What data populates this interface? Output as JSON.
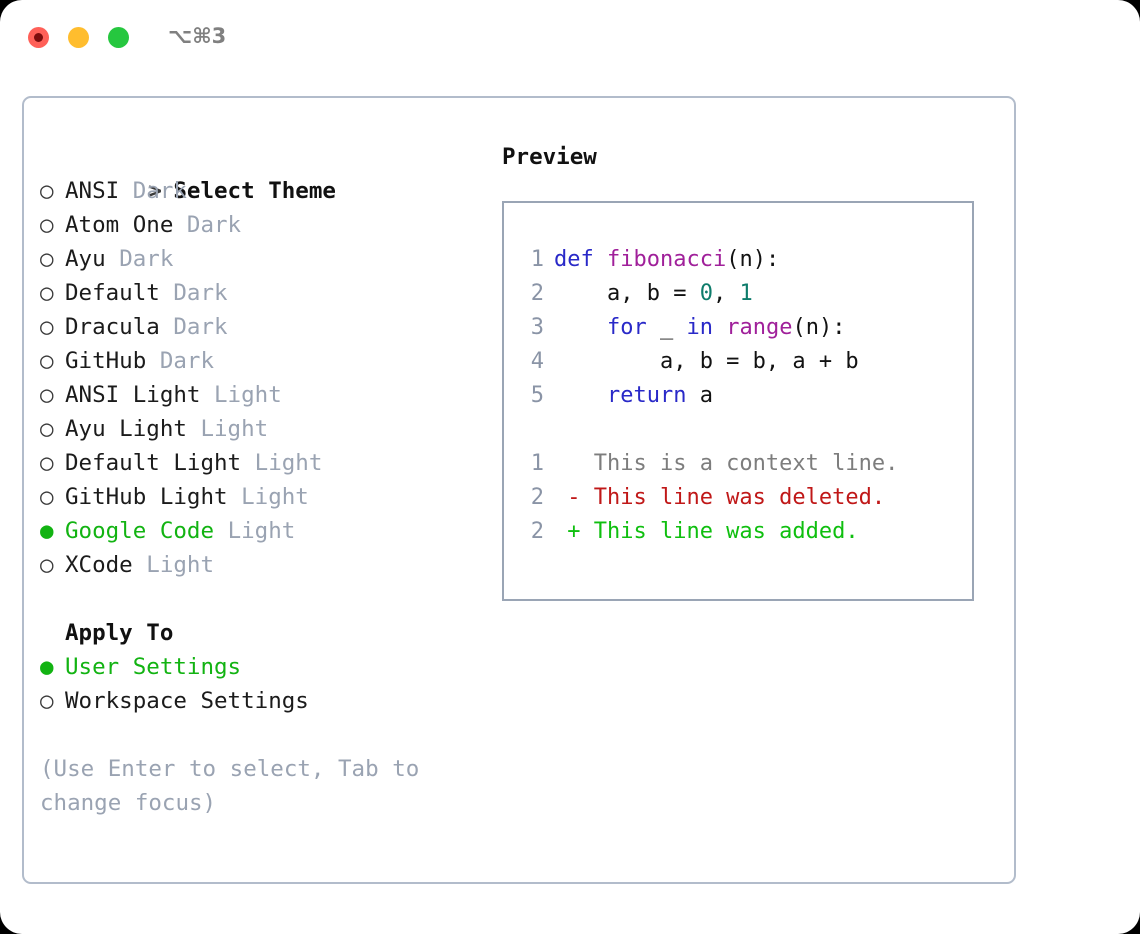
{
  "window": {
    "shortcut": "⌥⌘3",
    "traffic_lights": [
      {
        "name": "close",
        "color": "#ff6058"
      },
      {
        "name": "minimize",
        "color": "#ffbd2e"
      },
      {
        "name": "maximize",
        "color": "#26c73f"
      }
    ]
  },
  "colors": {
    "accent_green": "#12b312",
    "muted": "#9aa3b2",
    "border": "#b2bccb",
    "preview_border": "#9aa5b5",
    "keyword": "#2929c8",
    "function": "#a0209a",
    "number": "#0e7c6b",
    "diff_added": "#0fbf0f",
    "diff_deleted": "#c01818",
    "diff_context": "#7d7d7d"
  },
  "theme_picker": {
    "header_prompt": ">",
    "header": "Select Theme",
    "bullet_unselected": "○",
    "bullet_selected": "●",
    "items": [
      {
        "name": "ANSI",
        "variant": "Dark",
        "selected": false
      },
      {
        "name": "Atom One",
        "variant": "Dark",
        "selected": false
      },
      {
        "name": "Ayu",
        "variant": "Dark",
        "selected": false
      },
      {
        "name": "Default",
        "variant": "Dark",
        "selected": false
      },
      {
        "name": "Dracula",
        "variant": "Dark",
        "selected": false
      },
      {
        "name": "GitHub",
        "variant": "Dark",
        "selected": false
      },
      {
        "name": "ANSI Light",
        "variant": "Light",
        "selected": false
      },
      {
        "name": "Ayu Light",
        "variant": "Light",
        "selected": false
      },
      {
        "name": "Default Light",
        "variant": "Light",
        "selected": false
      },
      {
        "name": "GitHub Light",
        "variant": "Light",
        "selected": false
      },
      {
        "name": "Google Code",
        "variant": "Light",
        "selected": true
      },
      {
        "name": "XCode",
        "variant": "Light",
        "selected": false
      }
    ]
  },
  "apply_to": {
    "header": "Apply To",
    "items": [
      {
        "name": "User Settings",
        "selected": true
      },
      {
        "name": "Workspace Settings",
        "selected": false
      }
    ]
  },
  "hint": "(Use Enter to select, Tab to change focus)",
  "preview": {
    "title": "Preview",
    "code_lines": [
      {
        "no": "1",
        "tokens": [
          {
            "t": "def ",
            "c": "kw"
          },
          {
            "t": "fibonacci",
            "c": "fn"
          },
          {
            "t": "(n):",
            "c": "plain"
          }
        ]
      },
      {
        "no": "2",
        "tokens": [
          {
            "t": "    a, b = ",
            "c": "plain"
          },
          {
            "t": "0",
            "c": "num"
          },
          {
            "t": ", ",
            "c": "plain"
          },
          {
            "t": "1",
            "c": "num"
          }
        ]
      },
      {
        "no": "3",
        "tokens": [
          {
            "t": "    ",
            "c": "plain"
          },
          {
            "t": "for",
            "c": "kw"
          },
          {
            "t": " _ ",
            "c": "plain"
          },
          {
            "t": "in",
            "c": "kw"
          },
          {
            "t": " ",
            "c": "plain"
          },
          {
            "t": "range",
            "c": "fn"
          },
          {
            "t": "(n):",
            "c": "plain"
          }
        ]
      },
      {
        "no": "4",
        "tokens": [
          {
            "t": "        a, b = b, a + b",
            "c": "plain"
          }
        ]
      },
      {
        "no": "5",
        "tokens": [
          {
            "t": "    ",
            "c": "plain"
          },
          {
            "t": "return",
            "c": "kw"
          },
          {
            "t": " a",
            "c": "plain"
          }
        ]
      }
    ],
    "diff_lines": [
      {
        "no": "1",
        "marker": " ",
        "text": "This is a context line.",
        "kind": "ctx"
      },
      {
        "no": "2",
        "marker": "-",
        "text": "This line was deleted.",
        "kind": "del"
      },
      {
        "no": "2",
        "marker": "+",
        "text": "This line was added.",
        "kind": "add"
      }
    ]
  }
}
